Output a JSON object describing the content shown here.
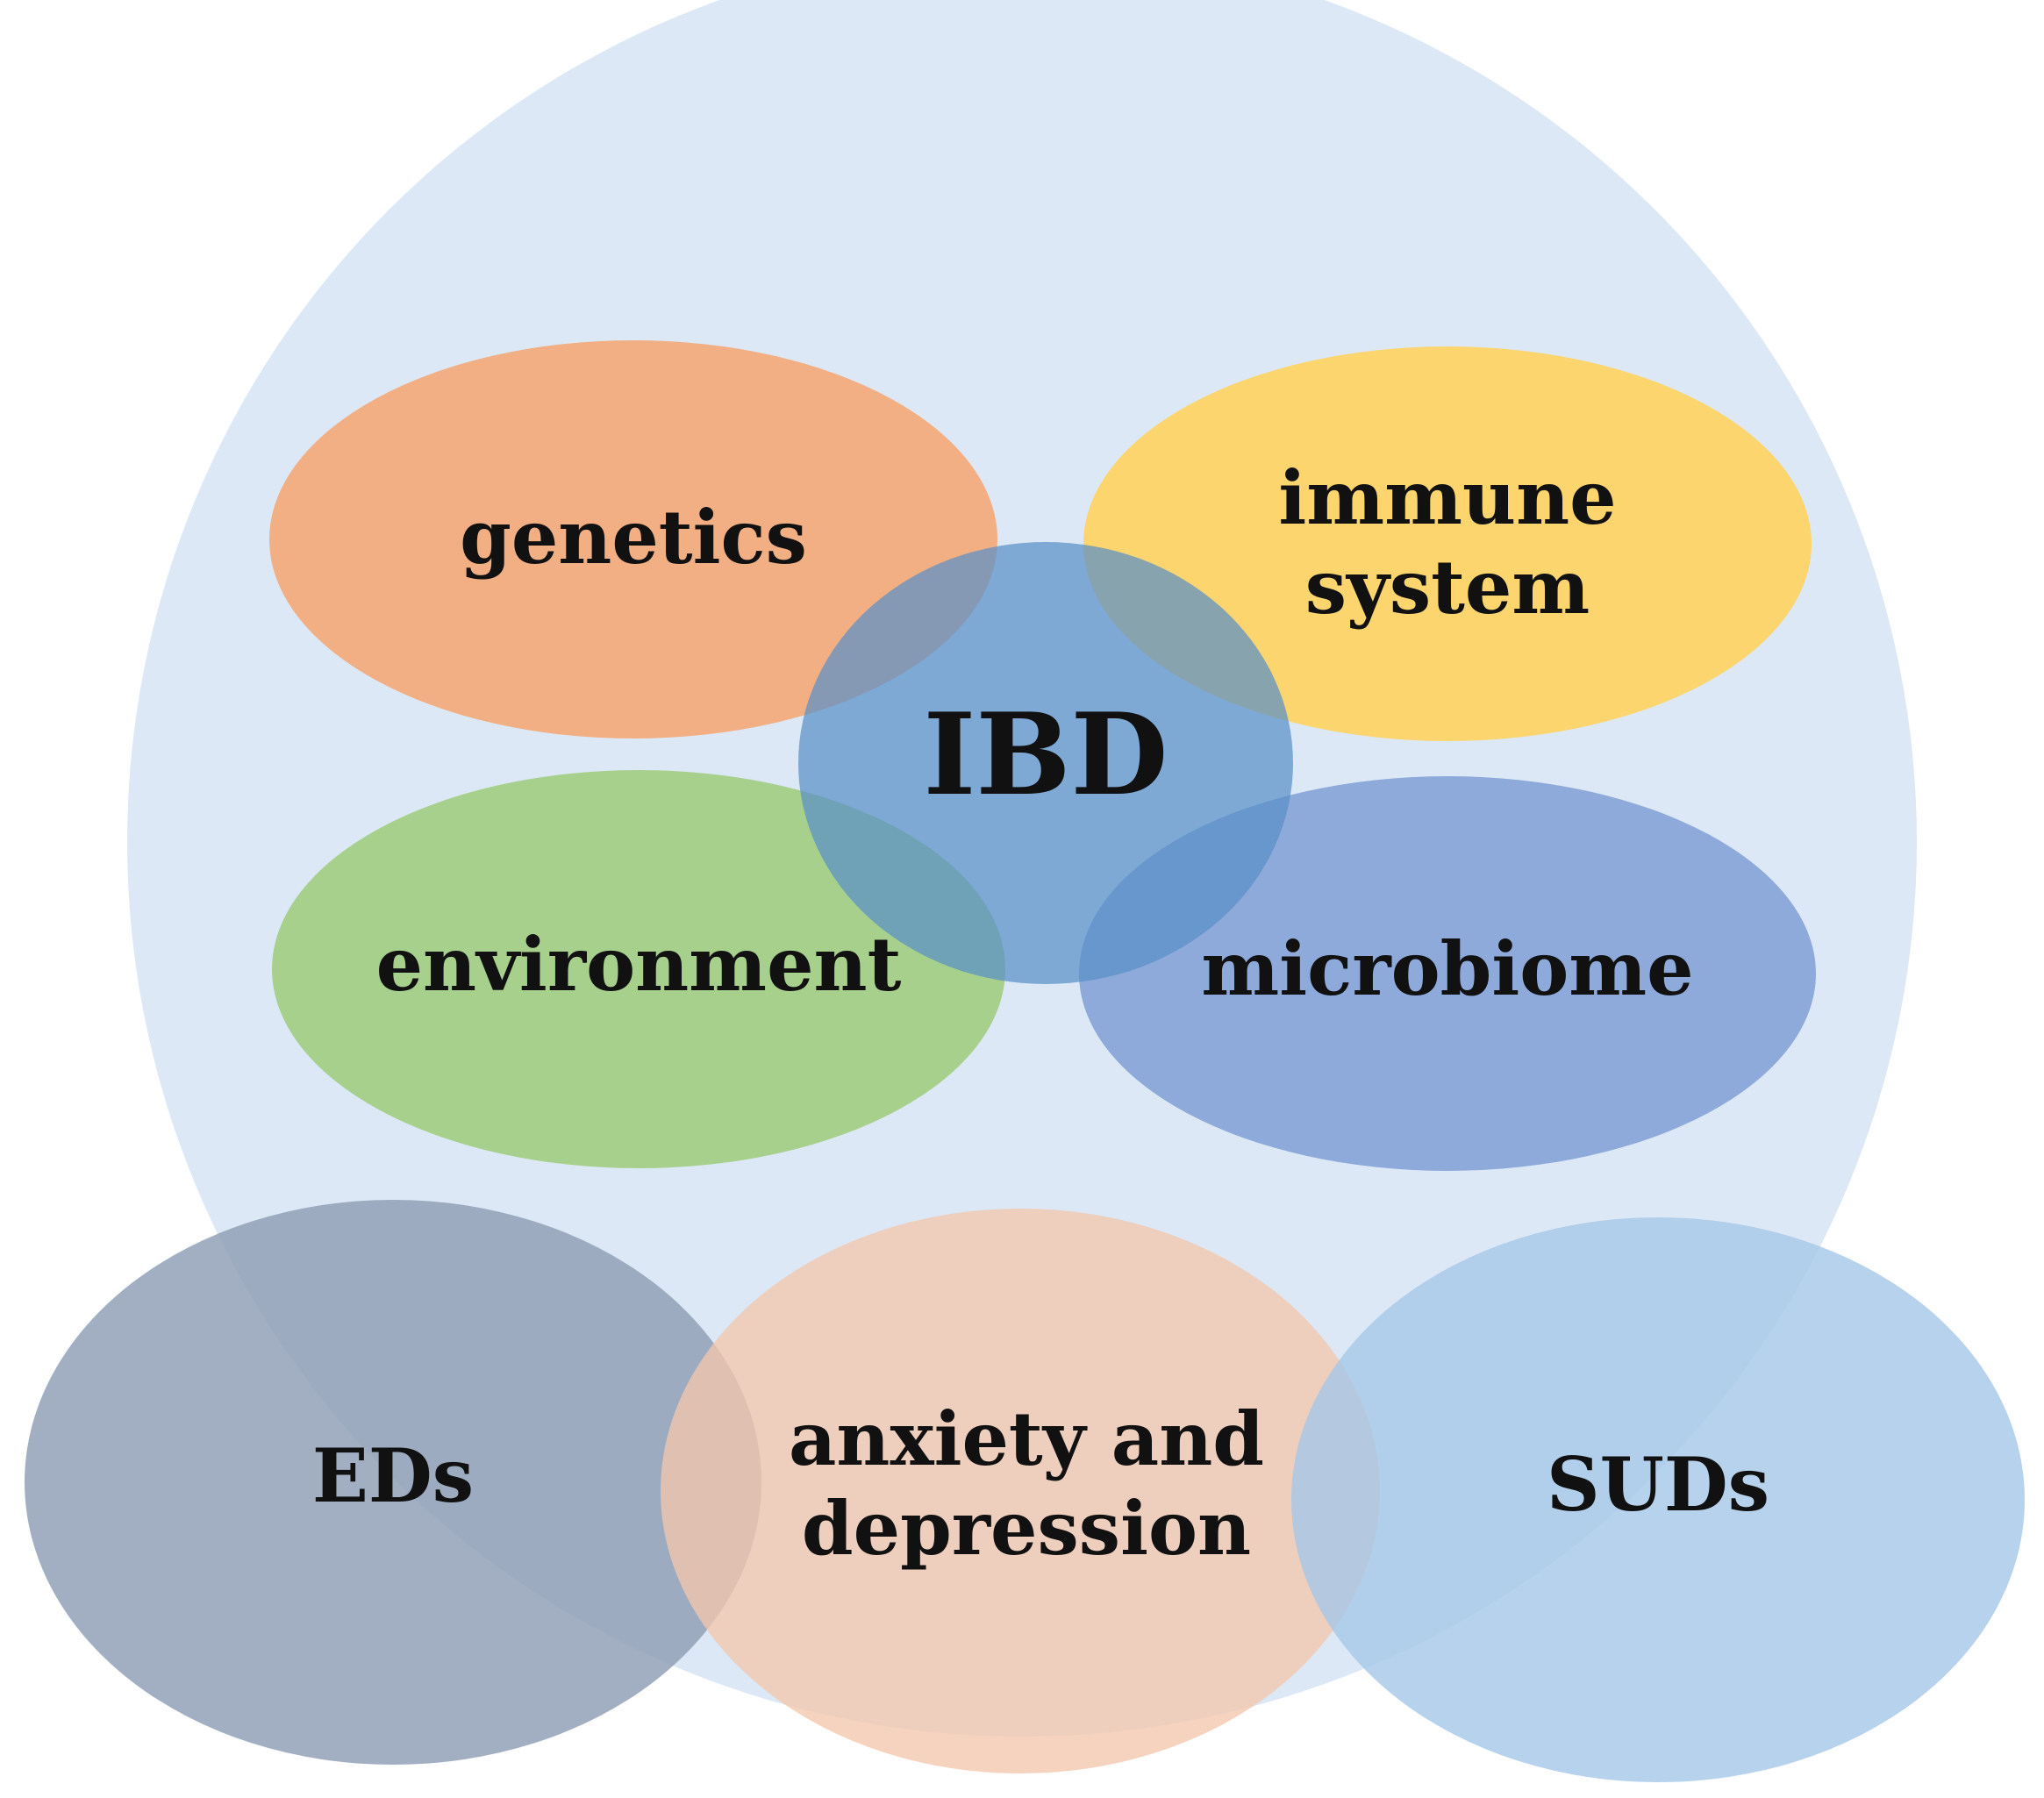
{
  "diagram": {
    "background_circle_color": "#dce8f5",
    "nodes": {
      "genetics": {
        "label": "genetics",
        "color": "#f2af83"
      },
      "immune": {
        "lines": [
          "immune",
          "system"
        ],
        "color": "#fcd56e"
      },
      "environment": {
        "label": "environment",
        "color": "#a8d08d"
      },
      "microbiome": {
        "label": "microbiome",
        "color": "#8eaadb"
      },
      "ibd": {
        "label": "IBD",
        "color": "#5a90c8"
      },
      "eds": {
        "label": "EDs",
        "color": "#8d9db5"
      },
      "anxiety": {
        "lines": [
          "anxiety and",
          "depression"
        ],
        "color": "#f4c7ad"
      },
      "suds": {
        "label": "SUDs",
        "color": "#a7c8e8"
      }
    }
  }
}
